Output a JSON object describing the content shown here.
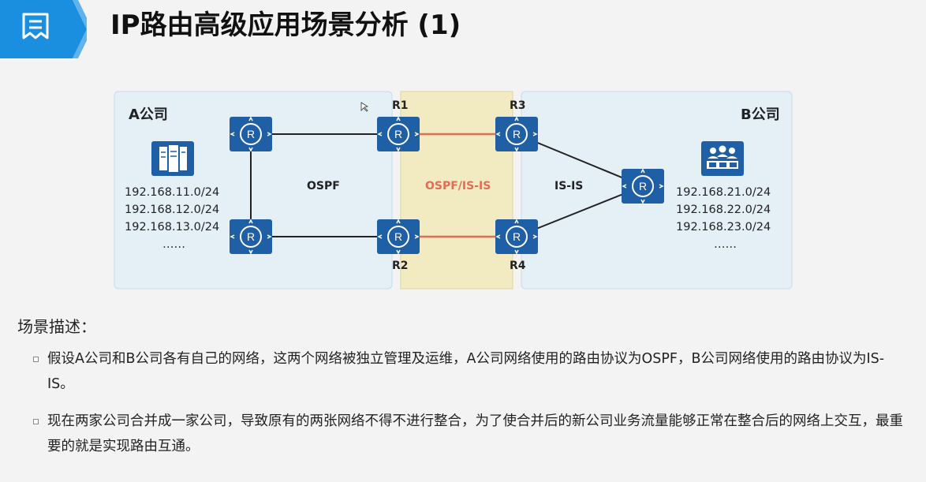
{
  "header": {
    "title": "IP路由高级应用场景分析 (1)",
    "badge_icon": "document-icon",
    "badge_color": "#1a8fe0"
  },
  "diagram": {
    "company_a_label": "A公司",
    "company_b_label": "B公司",
    "protocol_a": "OSPF",
    "protocol_mid": "OSPF/IS-IS",
    "protocol_b": "IS-IS",
    "routers": {
      "r1": "R1",
      "r2": "R2",
      "r3": "R3",
      "r4": "R4"
    },
    "subnets_a": [
      "192.168.11.0/24",
      "192.168.12.0/24",
      "192.168.13.0/24",
      "……"
    ],
    "subnets_b": [
      "192.168.21.0/24",
      "192.168.22.0/24",
      "192.168.23.0/24",
      "……"
    ],
    "colors": {
      "router": "#1f5fa6",
      "zone": "#e4eff6",
      "middle_zone": "#f2ebc2",
      "middle_link": "#e46b56",
      "middle_text": "#e46b56"
    }
  },
  "content": {
    "section_title": "场景描述：",
    "bullets": [
      "假设A公司和B公司各有自己的网络，这两个网络被独立管理及运维，A公司网络使用的路由协议为OSPF，B公司网络使用的路由协议为IS-IS。",
      "现在两家公司合并成一家公司，导致原有的两张网络不得不进行整合，为了使合并后的新公司业务流量能够正常在整合后的网络上交互，最重要的就是实现路由互通。"
    ]
  }
}
